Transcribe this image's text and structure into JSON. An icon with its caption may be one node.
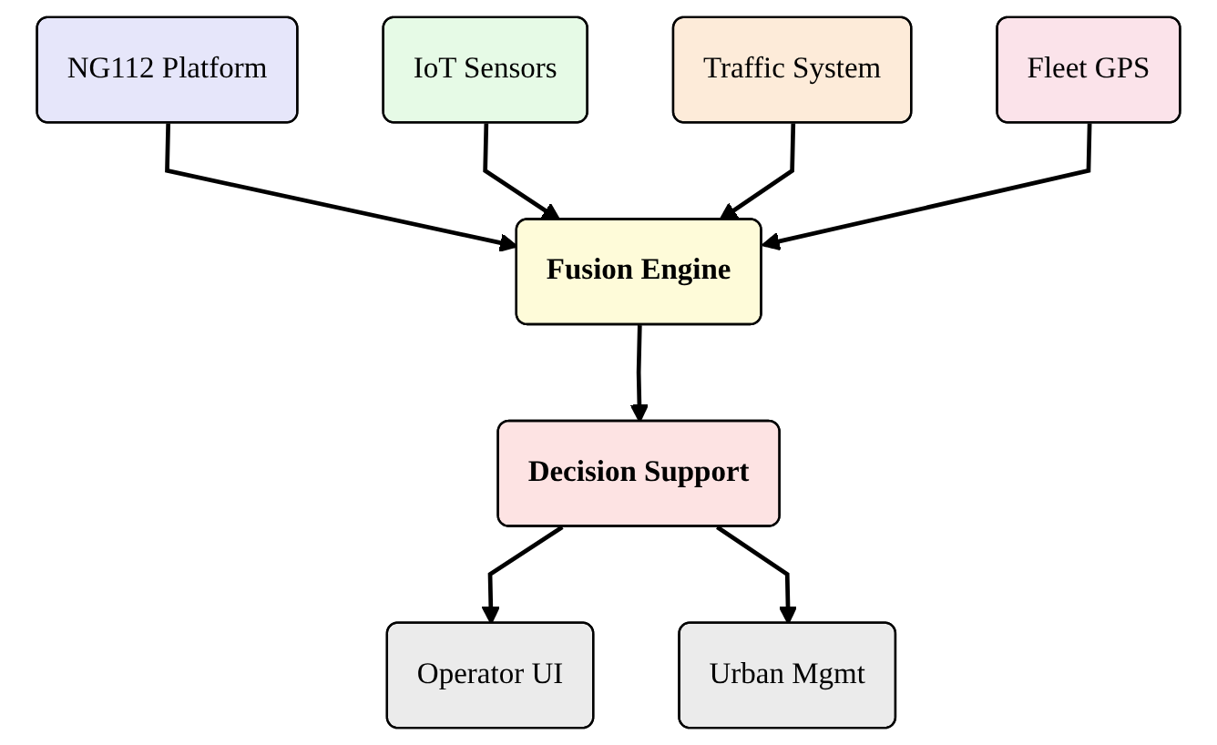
{
  "diagram": {
    "nodes": [
      {
        "text": [
          "NG112 Platform"
        ]
      },
      {
        "text": [
          "IoT Sensors"
        ]
      },
      {
        "text": [
          "Traffic System"
        ]
      },
      {
        "text": [
          "Fleet GPS"
        ]
      },
      {
        "text": [
          "Fusion Engine"
        ]
      },
      {
        "text": [
          "Decision Support"
        ]
      },
      {
        "text": [
          "Operator UI"
        ]
      },
      {
        "text": [
          "Urban Mgmt"
        ]
      }
    ],
    "edges": [
      {
        "from": 0,
        "to": 4,
        "arrow": "to"
      },
      {
        "from": 1,
        "to": 4,
        "arrow": "to"
      },
      {
        "from": 2,
        "to": 4,
        "arrow": "to"
      },
      {
        "from": 3,
        "to": 4,
        "arrow": "to"
      },
      {
        "from": 4,
        "to": 5,
        "arrow": "to"
      },
      {
        "from": 5,
        "to": 6,
        "arrow": "to"
      },
      {
        "from": 5,
        "to": 7,
        "arrow": "to"
      }
    ]
  }
}
